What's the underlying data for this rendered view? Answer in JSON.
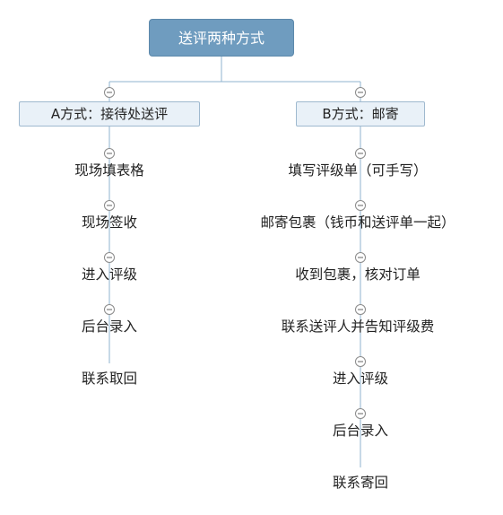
{
  "root": {
    "label": "送评两种方式"
  },
  "branch_a": {
    "label": "A方式：接待处送评",
    "steps": [
      "现场填表格",
      "现场签收",
      "进入评级",
      "后台录入",
      "联系取回"
    ]
  },
  "branch_b": {
    "label": "B方式：邮寄",
    "steps": [
      "填写评级单（可手写）",
      "邮寄包裹（钱币和送评单一起）",
      "收到包裹，核对订单",
      "联系送评人并告知评级费",
      "进入评级",
      "后台录入",
      "联系寄回"
    ]
  },
  "colors": {
    "root_fill": "#6f9cbf",
    "branch_fill": "#e9f1f8",
    "connector": "#8fb3cf",
    "text": "#222222"
  }
}
